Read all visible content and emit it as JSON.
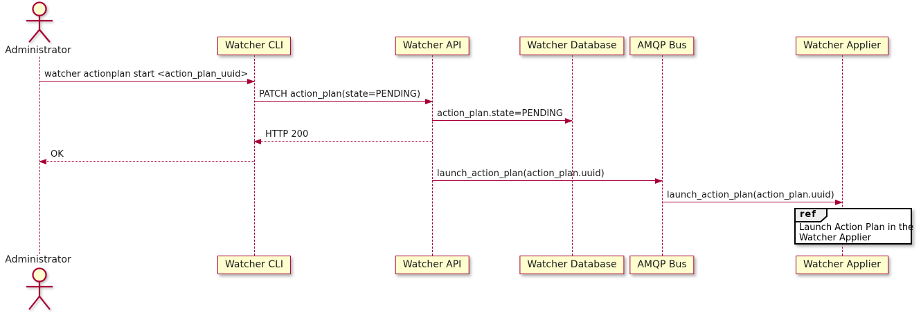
{
  "diagram": {
    "type": "uml-sequence",
    "actor": {
      "label": "Administrator"
    },
    "participants": [
      {
        "label": "Watcher CLI"
      },
      {
        "label": "Watcher API"
      },
      {
        "label": "Watcher Database"
      },
      {
        "label": "AMQP Bus"
      },
      {
        "label": "Watcher Applier"
      }
    ],
    "messages": [
      {
        "from": "Administrator",
        "to": "Watcher CLI",
        "text": "watcher actionplan start <action_plan_uuid>",
        "line_style": "solid",
        "direction": "right"
      },
      {
        "from": "Watcher CLI",
        "to": "Watcher API",
        "text": "PATCH action_plan(state=PENDING)",
        "line_style": "solid",
        "direction": "right"
      },
      {
        "from": "Watcher API",
        "to": "Watcher Database",
        "text": "action_plan.state=PENDING",
        "line_style": "solid",
        "direction": "right"
      },
      {
        "from": "Watcher API",
        "to": "Watcher CLI",
        "text": "HTTP 200",
        "line_style": "dashed",
        "direction": "left"
      },
      {
        "from": "Watcher CLI",
        "to": "Administrator",
        "text": "OK",
        "line_style": "dashed",
        "direction": "left"
      },
      {
        "from": "Watcher API",
        "to": "AMQP Bus",
        "text": "launch_action_plan(action_plan.uuid)",
        "line_style": "solid",
        "direction": "right"
      },
      {
        "from": "AMQP Bus",
        "to": "Watcher Applier",
        "text": "launch_action_plan(action_plan.uuid)",
        "line_style": "solid",
        "direction": "right"
      }
    ],
    "ref_fragment": {
      "keyword": "ref",
      "over": "Watcher Applier",
      "lines": [
        "Launch Action Plan in the",
        "Watcher Applier"
      ]
    },
    "colors": {
      "participant_fill": "#FEFECE",
      "participant_border": "#A80036",
      "arrow": "#A80036",
      "lifeline": "#A80036",
      "ref_border": "#000000",
      "ref_keyword_bg": "#EEEEEE",
      "background": "#FFFFFF"
    }
  }
}
